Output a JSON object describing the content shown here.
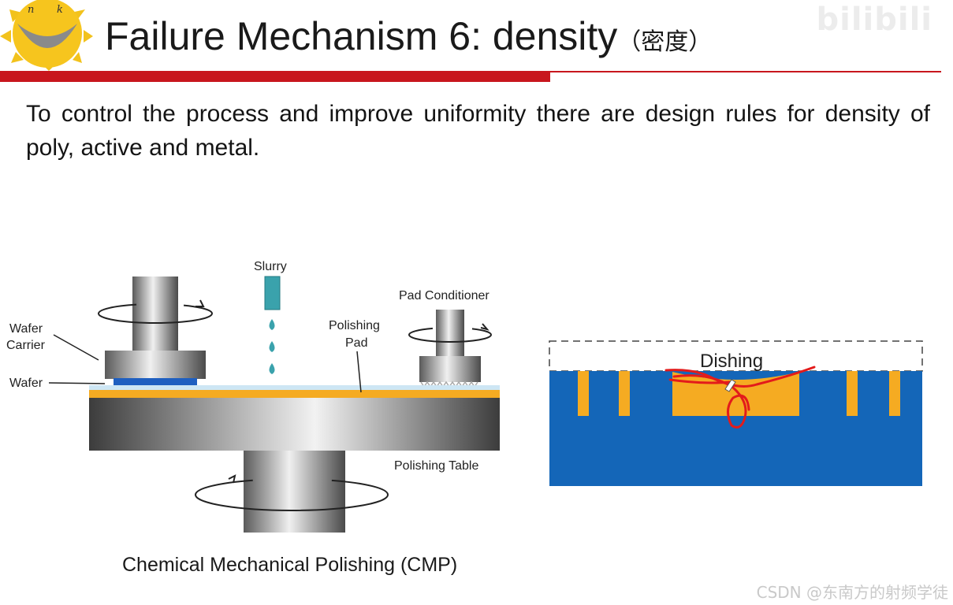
{
  "header": {
    "title": "Failure Mechanism 6: density",
    "title_cn": "（密度）",
    "logo_letters": [
      "n",
      "k"
    ],
    "watermark": "bilibili"
  },
  "body": {
    "text": "To control the process and improve uniformity there are design rules for density of poly, active and metal."
  },
  "cmp_diagram": {
    "labels": {
      "slurry": "Slurry",
      "pad_conditioner": "Pad Conditioner",
      "polishing": "Polishing",
      "pad": "Pad",
      "wafer_line1": "Wafer",
      "carrier_line2": "Carrier",
      "wafer": "Wafer",
      "polishing_table": "Polishing Table"
    },
    "caption": "Chemical Mechanical Polishing (CMP)"
  },
  "dishing_diagram": {
    "label": "Dishing"
  },
  "footer": {
    "watermark": "CSDN @东南方的射频学徒"
  },
  "colors": {
    "accent_red": "#c8161d",
    "substrate_blue": "#1466b8",
    "metal_orange": "#f5ab22",
    "slurry_teal": "#3aa2ac",
    "annotation_red": "#e31b1b"
  }
}
